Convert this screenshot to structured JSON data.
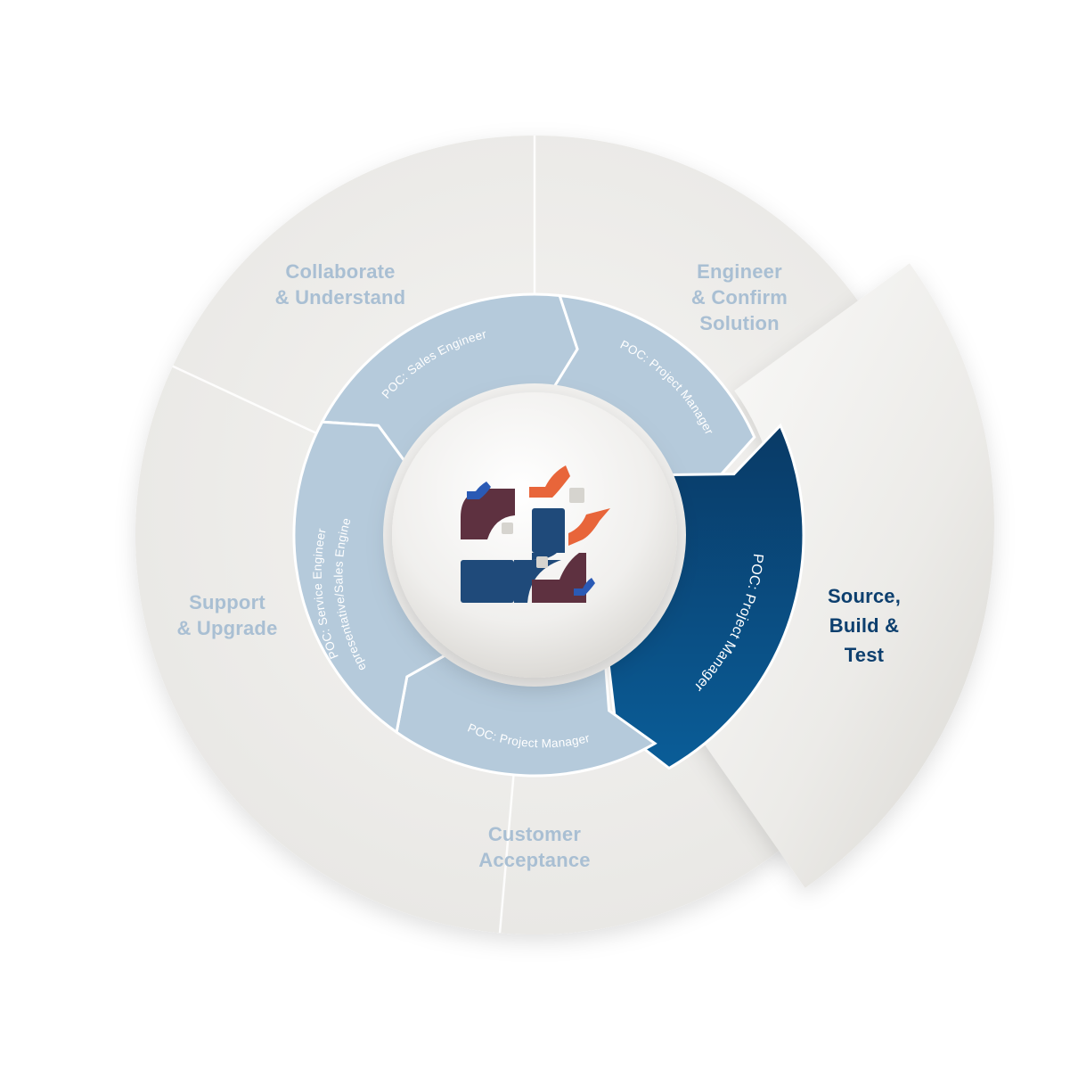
{
  "stages": [
    {
      "id": "collaborate",
      "lines": [
        "Collaborate",
        "& Understand"
      ],
      "active": false
    },
    {
      "id": "engineer",
      "lines": [
        "Engineer",
        "& Confirm",
        "Solution"
      ],
      "active": false
    },
    {
      "id": "source",
      "lines": [
        "Source,",
        "Build &",
        "Test"
      ],
      "active": true
    },
    {
      "id": "customer",
      "lines": [
        "Customer",
        "Acceptance"
      ],
      "active": false
    },
    {
      "id": "support",
      "lines": [
        "Support",
        "& Upgrade"
      ],
      "active": false
    }
  ],
  "poc": [
    {
      "id": "sales-engineer",
      "lines": [
        "POC: Sales Engineer"
      ]
    },
    {
      "id": "project-manager-1",
      "lines": [
        "POC: Project Manager"
      ]
    },
    {
      "id": "project-manager-2",
      "lines": [
        "POC: Project Manager"
      ]
    },
    {
      "id": "project-manager-3",
      "lines": [
        "POC: Project Manager"
      ]
    },
    {
      "id": "service-engineer",
      "lines": [
        "POC: Service Engineer",
        "Representative/Sales Engineer"
      ]
    }
  ],
  "colors": {
    "outer_ring": "#eeedeb",
    "inactive_stage_text": "#a9bfd3",
    "active_stage_text": "#0d3f6e",
    "inner_ring": "#b5cadb",
    "active_segment_dark": "#0a3d6b",
    "active_segment_light": "#0a5a94",
    "poc_text": "#ffffff",
    "logo_navy": "#1f4a7a",
    "logo_maroon": "#5e3140",
    "logo_orange": "#e8653a",
    "logo_blue": "#2a5ab5",
    "logo_gray": "#d6d4cf"
  }
}
